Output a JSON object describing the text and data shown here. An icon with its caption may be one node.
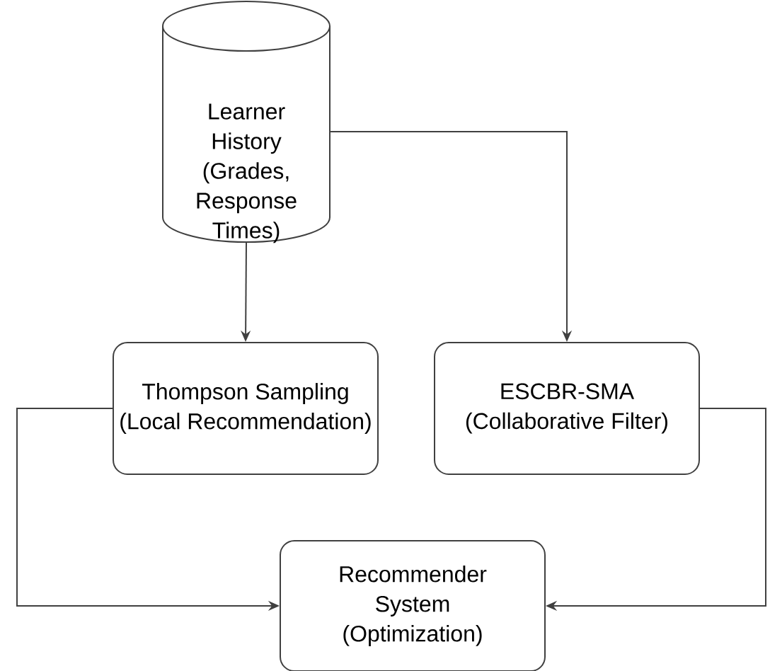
{
  "diagram": {
    "nodes": [
      {
        "text": [
          "Learner History (Grades, Response Times)"
        ]
      },
      {
        "text": [
          "Thompson Sampling (Local Recommendation)"
        ]
      },
      {
        "text": [
          "ESCBR-SMA (Collaborative Filter)"
        ]
      },
      {
        "text": [
          "Recommender System (Optimization)"
        ]
      }
    ],
    "edges": [
      {
        "from": 0,
        "to": 1,
        "arrow": "to"
      },
      {
        "from": 0,
        "to": 2,
        "arrow": "to"
      },
      {
        "from": 1,
        "to": 3,
        "arrow": "to"
      },
      {
        "from": 2,
        "to": 3,
        "arrow": "to"
      }
    ]
  }
}
